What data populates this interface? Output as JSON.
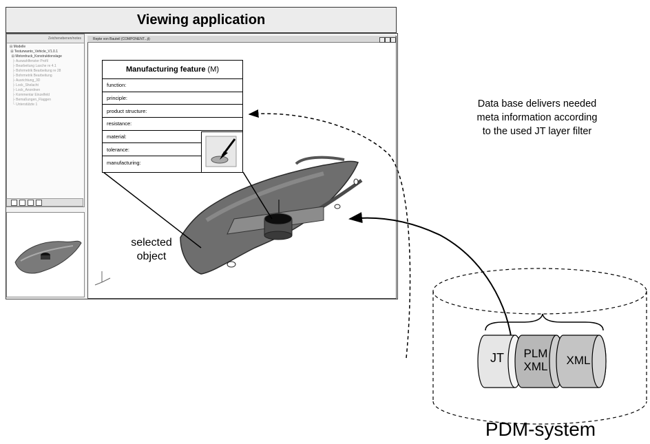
{
  "app": {
    "title": "Viewing application",
    "left_panel_header": "Zeichenebenen/notes",
    "tree_items": [
      "Modelle",
      "Testurwanto_Vehicle_V1.0.1",
      "Motordruck_Konstruktionslage",
      "Auswahlfenster Profil",
      "Bearbeitung Lasche re 4.1",
      "Bohrmetrik Bearbeitung re 28",
      "Bohrmetrik Bearbeitung",
      "Ausrichtung_3D",
      "Lock_Shelacht",
      "Lock_Anordnen",
      "Kommentar Einzelfeld",
      "Bemaßungen_Flaggen",
      "Unterstützte 1"
    ],
    "viewer_title": "Repte von Bauteil (COMPONENT...jt)"
  },
  "feature_box": {
    "title": "Manufacturing feature",
    "title_suffix": "(M)",
    "rows": [
      "function:",
      "principle:",
      "product structure:",
      "resistance:",
      "material:",
      "tolerance:",
      "manufacturing:"
    ]
  },
  "annotations": {
    "selected_line1": "selected",
    "selected_line2": "object",
    "db_line1": "Data base delivers needed",
    "db_line2": "meta information according",
    "db_line3": "to the used JT layer filter"
  },
  "pdm": {
    "label": "PDM-system",
    "cylinders": [
      {
        "line1": "JT",
        "line2": ""
      },
      {
        "line1": "PLM",
        "line2": "XML"
      },
      {
        "line1": "XML",
        "line2": ""
      }
    ],
    "colors": {
      "jt": "#e6e6e6",
      "plm": "#b8b8b8",
      "xml": "#c4c4c4"
    }
  }
}
